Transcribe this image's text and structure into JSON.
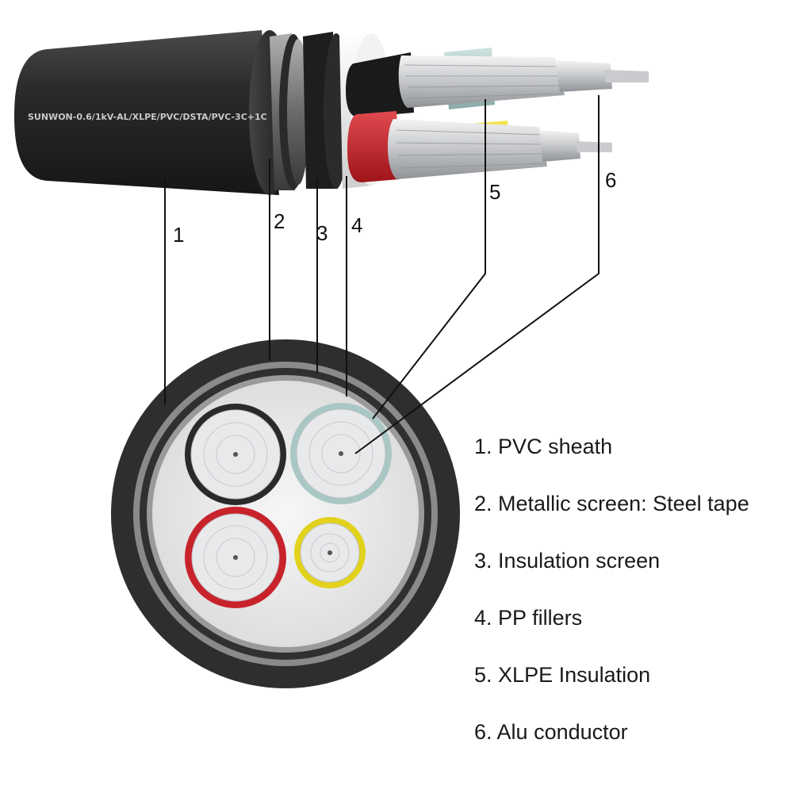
{
  "cable_print": "SUNWON-0.6/1kV-AL/XLPE/PVC/DSTA/PVC-3C+1C",
  "callouts": [
    "1",
    "2",
    "3",
    "4",
    "5",
    "6"
  ],
  "legend": [
    {
      "num": "1.",
      "text": "PVC sheath"
    },
    {
      "num": "2.",
      "text": "Metallic screen: Steel tape"
    },
    {
      "num": "3.",
      "text": "Insulation screen"
    },
    {
      "num": "4.",
      "text": "PP fillers"
    },
    {
      "num": "5.",
      "text": "XLPE Insulation"
    },
    {
      "num": "6.",
      "text": "Alu conductor"
    }
  ],
  "colors": {
    "sheath": "#2e2e2e",
    "steel_tape": "#6f6f6f",
    "filler": "#ececec",
    "core_black": "#2a2a2a",
    "core_blue": "#a9c7c4",
    "core_red": "#c8232b",
    "core_yellow": "#e3d21c",
    "aluminium": "#d9dadc"
  }
}
